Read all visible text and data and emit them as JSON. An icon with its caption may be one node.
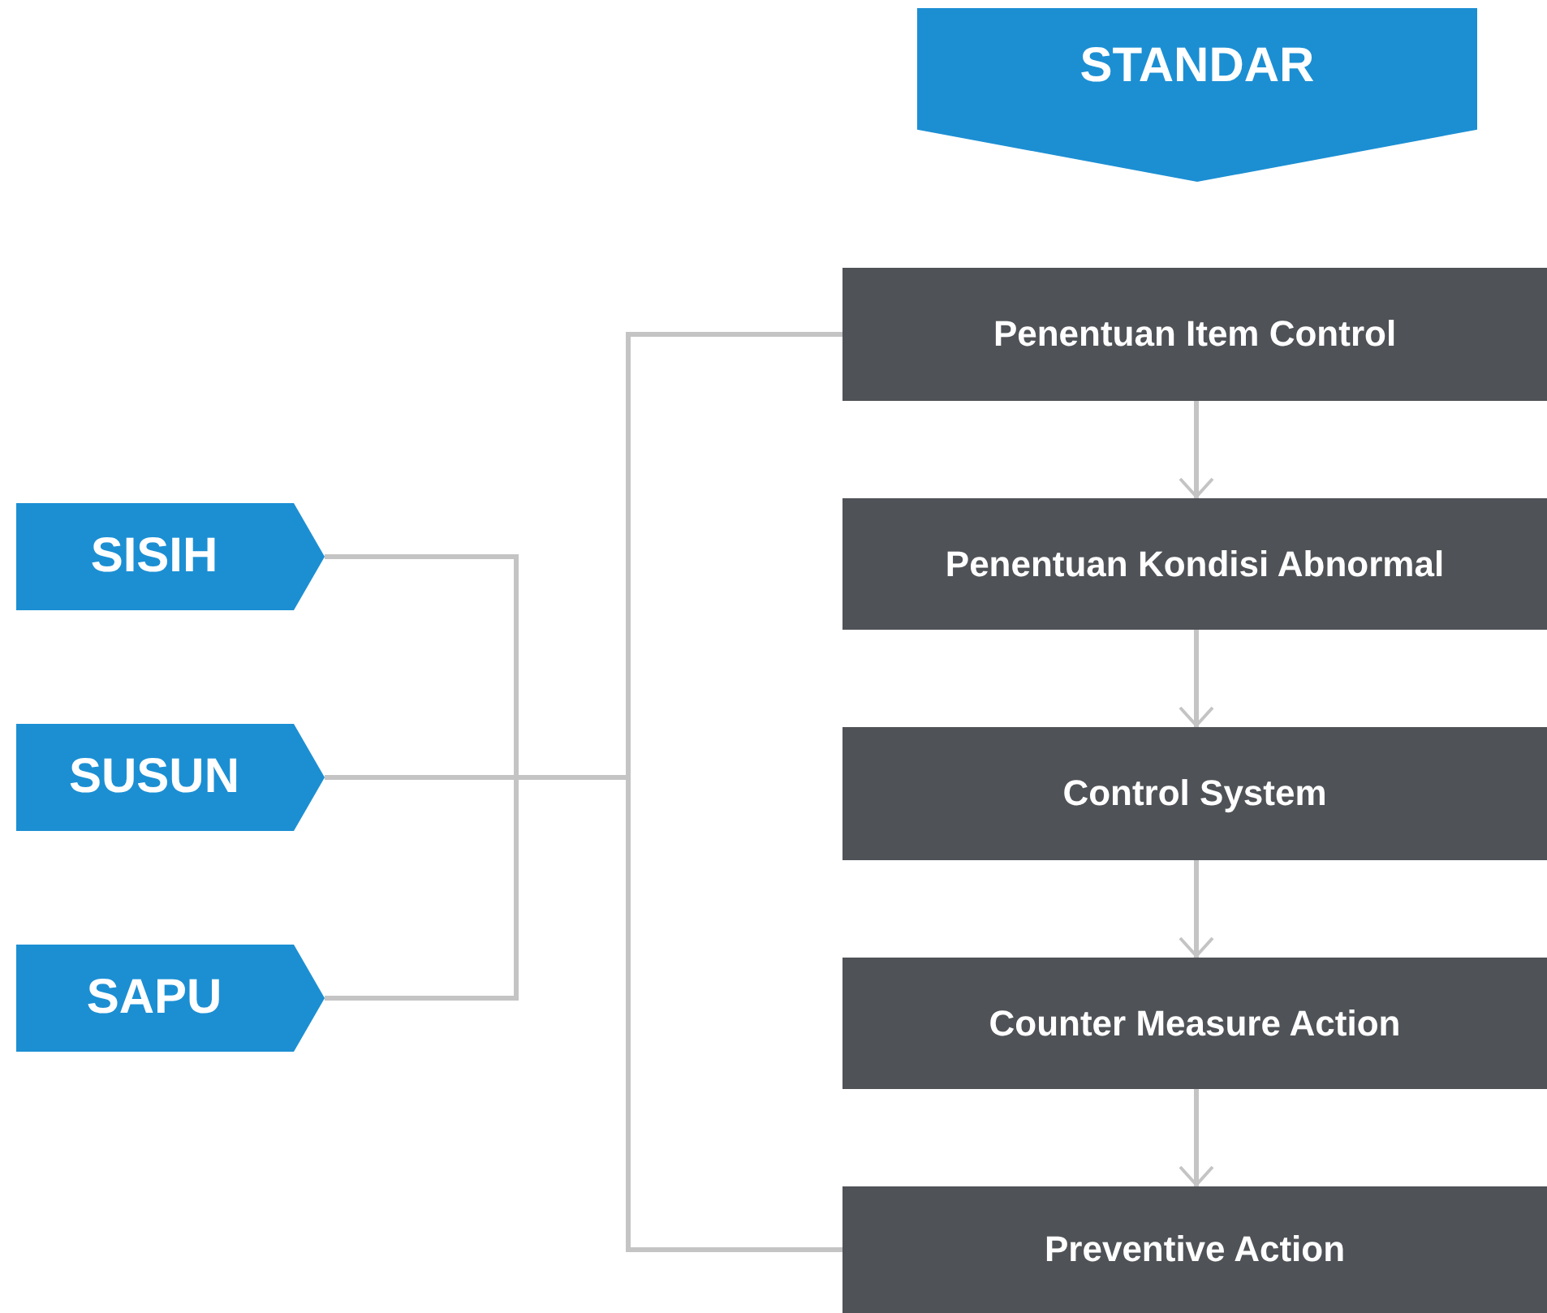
{
  "diagram": {
    "nodes": [
      {
        "text": [
          "STANDAR"
        ]
      },
      {
        "text": [
          "Penentuan Item Control"
        ]
      },
      {
        "text": [
          "Penentuan Kondisi Abnormal"
        ]
      },
      {
        "text": [
          "Control System"
        ]
      },
      {
        "text": [
          "Counter Measure Action"
        ]
      },
      {
        "text": [
          "Preventive Action"
        ]
      },
      {
        "text": [
          "SISIH"
        ]
      },
      {
        "text": [
          "SUSUN"
        ]
      },
      {
        "text": [
          "SAPU"
        ]
      }
    ],
    "edges": [
      {
        "from": 1,
        "to": 2,
        "arrow": "to"
      },
      {
        "from": 2,
        "to": 3,
        "arrow": "to"
      },
      {
        "from": 3,
        "to": 4,
        "arrow": "to"
      },
      {
        "from": 4,
        "to": 5,
        "arrow": "to"
      },
      {
        "from": 6,
        "to": 1,
        "arrow": "none"
      },
      {
        "from": 6,
        "to": 5,
        "arrow": "none"
      },
      {
        "from": 7,
        "to": 1,
        "arrow": "none"
      },
      {
        "from": 7,
        "to": 5,
        "arrow": "none"
      },
      {
        "from": 8,
        "to": 1,
        "arrow": "none"
      },
      {
        "from": 8,
        "to": 5,
        "arrow": "none"
      }
    ]
  }
}
